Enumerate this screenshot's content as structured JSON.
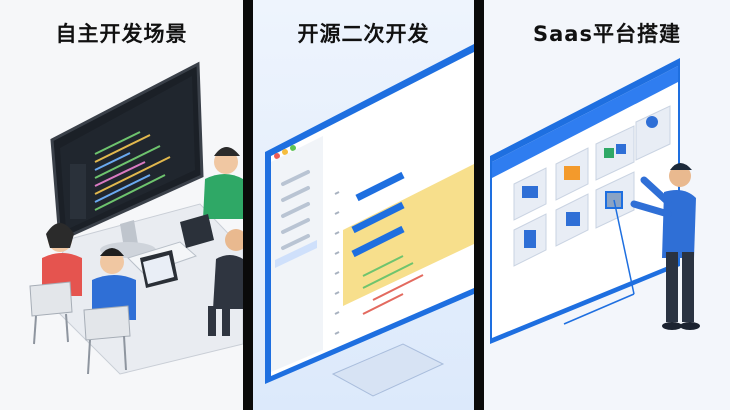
{
  "panels": [
    {
      "title": "自主开发场景",
      "image": "team-developing-at-desk-illustration"
    },
    {
      "title": "开源二次开发",
      "image": "monitor-code-editor-illustration"
    },
    {
      "title": "Saas平台搭建",
      "image": "person-building-saas-dashboard-illustration"
    }
  ],
  "colors": {
    "accent": "#1e6fe0",
    "divider": "#0a0a0a",
    "highlight": "#f7df8c"
  }
}
